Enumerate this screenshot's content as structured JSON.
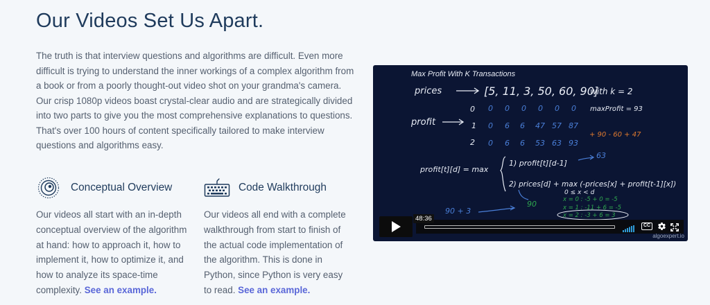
{
  "section": {
    "title": "Our Videos Set Us Apart.",
    "intro": "The truth is that interview questions and algorithms are difficult. Even more difficult is trying to understand the inner workings of a complex algorithm from a book or from a poorly thought-out video shot on your grandma's camera. Our crisp 1080p videos boast crystal-clear audio and are strategically divided into two parts to give you the most comprehensive explanations to questions. That's over 100 hours of content specifically tailored to make interview questions and algorithms easy."
  },
  "features": [
    {
      "icon": "concentric-circles-icon",
      "title": "Conceptual Overview",
      "text": "Our videos all start with an in-depth conceptual overview of the algorithm at hand: how to approach it, how to implement it, how to optimize it, and how to analyze its space-time complexity. ",
      "link": "See an example."
    },
    {
      "icon": "keyboard-icon",
      "title": "Code Walkthrough",
      "text": "Our videos all end with a complete walkthrough from start to finish of the actual code implementation of the algorithm. This is done in Python, since Python is very easy to read. ",
      "link": "See an example."
    }
  ],
  "video": {
    "title": "Max Profit With K Transactions",
    "timestamp": "48:36",
    "progress": 0.0,
    "cc_label": "CC",
    "watermark": "algoexpert.io",
    "board": {
      "prices_label": "prices",
      "prices_values": "[5, 11, 3, 50, 60, 90]",
      "with_k": "with k = 2",
      "profit_label": "profit",
      "row_indices": [
        "0",
        "1",
        "2"
      ],
      "rows": [
        [
          "0",
          "0",
          "0",
          "0",
          "0",
          "0"
        ],
        [
          "0",
          "6",
          "6",
          "47",
          "57",
          "87"
        ],
        [
          "0",
          "6",
          "6",
          "53",
          "63",
          "93"
        ]
      ],
      "max_profit": "maxProfit = 93",
      "side_calc": "+ 90 - 60 + 47",
      "formula_lhs": "profit[t][d] = max",
      "case1": "1)  profit[t][d-1]",
      "case1_result": "63",
      "case2": "2)  prices[d] + max (-prices[x] + profit[t-1][x])",
      "range": "0 ≤ x < d",
      "num_90": "90",
      "num_90_3": "90 + 3",
      "x0": "x = 0 : -5 + 0 = -5",
      "x1": "x = 1 : -11 + 6 = -5",
      "x2": "x = 2 : -3 + 6 = 3"
    }
  },
  "colors": {
    "title": "#1f3b5c",
    "body_text": "#545f6f",
    "link": "#5a67d8",
    "background": "#f4f7fa",
    "video_bg": "#0b1533",
    "chalk_white": "#e8ecf5",
    "chalk_blue": "#4a7fd8",
    "chalk_orange": "#e07a2e",
    "chalk_green": "#2fa84f",
    "volume_blue": "#2f9bd8"
  }
}
